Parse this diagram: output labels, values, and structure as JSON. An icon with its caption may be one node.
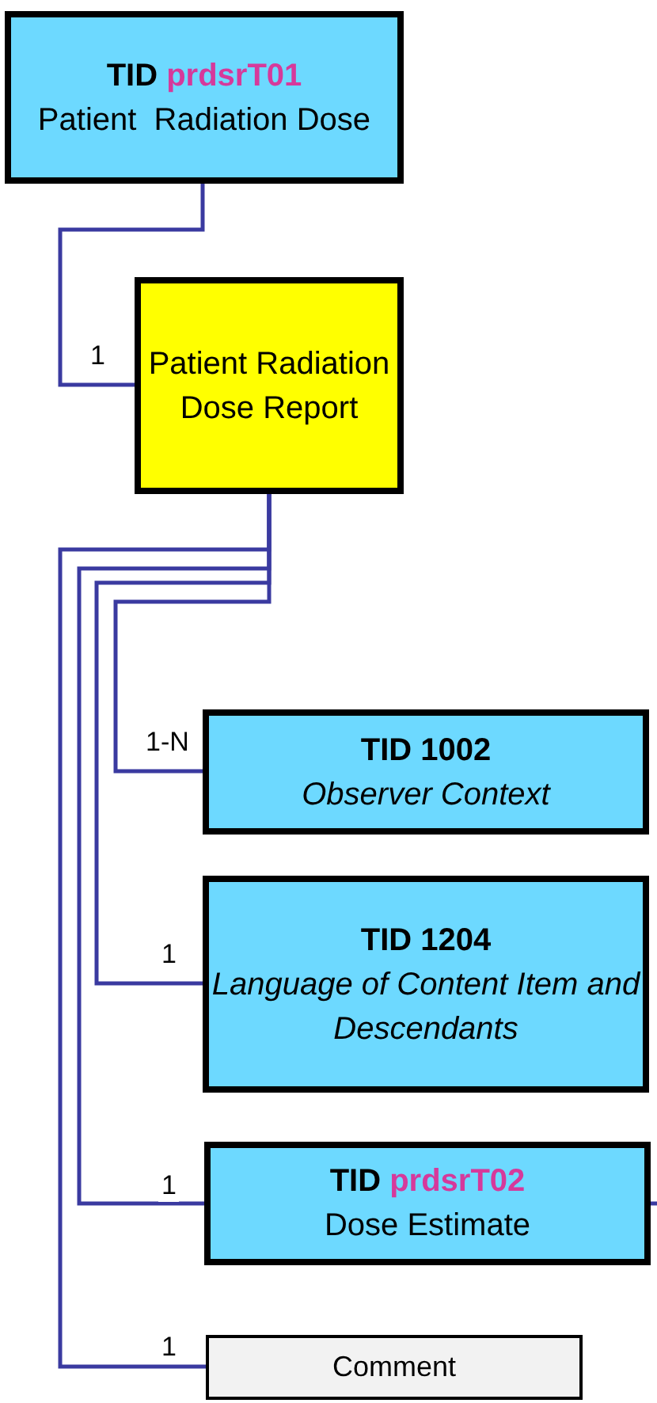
{
  "diagram": {
    "nodes": [
      {
        "text": [
          "TID prdsrT01",
          "Patient  Radiation Dose"
        ]
      },
      {
        "text": [
          "Patient Radiation Dose Report"
        ]
      },
      {
        "text": [
          "TID 1002",
          "Observer Context"
        ]
      },
      {
        "text": [
          "TID 1204",
          "Language of Content Item and Descendants"
        ]
      },
      {
        "text": [
          "TID prdsrT02",
          "Dose Estimate"
        ]
      },
      {
        "text": [
          "Comment"
        ]
      }
    ],
    "edges": [
      {
        "from": 0,
        "to": 1,
        "arrow": "none",
        "label": "1"
      },
      {
        "from": 1,
        "to": 2,
        "arrow": "none",
        "label": "1-N"
      },
      {
        "from": 1,
        "to": 3,
        "arrow": "none",
        "label": "1"
      },
      {
        "from": 1,
        "to": 4,
        "arrow": "none",
        "label": "1"
      },
      {
        "from": 1,
        "to": 5,
        "arrow": "none",
        "label": "1"
      },
      {
        "from": 4,
        "to": null,
        "arrow": "none"
      }
    ]
  }
}
